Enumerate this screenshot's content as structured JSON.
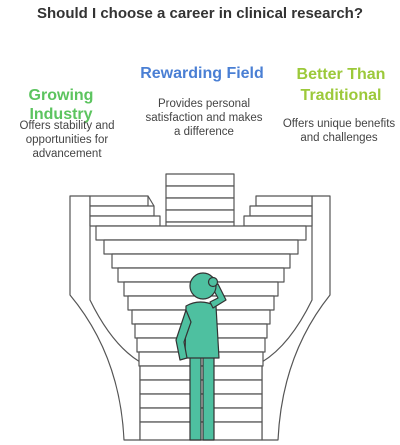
{
  "title": "Should I choose a career in clinical research?",
  "options": [
    {
      "heading": "Growing Industry",
      "description": "Offers stability and opportunities for advancement",
      "color": "#5cc45f"
    },
    {
      "heading": "Rewarding Field",
      "description": "Provides personal satisfaction and makes a difference",
      "color": "#4a7fd4"
    },
    {
      "heading": "Better Than Traditional",
      "description": "Offers unique benefits and challenges",
      "color": "#9cc93a"
    }
  ],
  "colors": {
    "stair_fill": "#ffffff",
    "stair_stroke": "#555555",
    "figure": "#4ec0a0"
  },
  "icons": [
    "staircase-illustration",
    "thinking-person-icon"
  ]
}
